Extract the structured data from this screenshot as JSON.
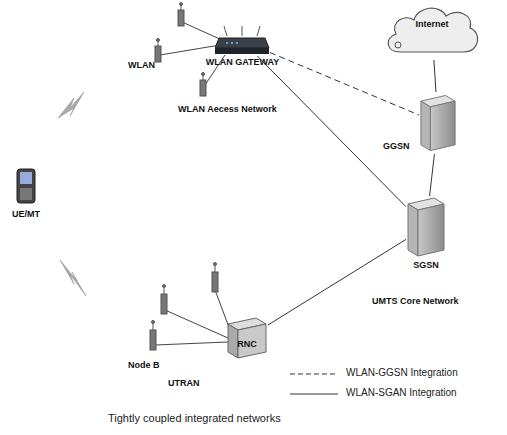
{
  "diagram": {
    "caption": "Tightly coupled integrated networks",
    "nodes": [
      {
        "text": [
          "WLAN GATEWAY"
        ]
      },
      {
        "text": [
          "Internet"
        ]
      },
      {
        "text": [
          "GGSN"
        ]
      },
      {
        "text": [
          "SGSN"
        ]
      },
      {
        "text": [
          "UE/MT"
        ]
      },
      {
        "text": [
          "RNC"
        ]
      }
    ],
    "edges": [
      {
        "from": 0,
        "to": 2,
        "arrow": "none"
      },
      {
        "from": 0,
        "to": 3,
        "arrow": "none"
      },
      {
        "from": 1,
        "to": 2,
        "arrow": "none"
      },
      {
        "from": 2,
        "to": 3,
        "arrow": "none"
      },
      {
        "from": 3,
        "to": 5,
        "arrow": "none"
      }
    ],
    "labels": [
      "WLAN",
      "WLAN Aecess Network",
      "UMTS Core Network",
      "Node B",
      "UTRAN"
    ],
    "legend": [
      {
        "text": "WLAN-GGSN Integration"
      },
      {
        "text": "WLAN-SGAN Integration"
      }
    ]
  }
}
